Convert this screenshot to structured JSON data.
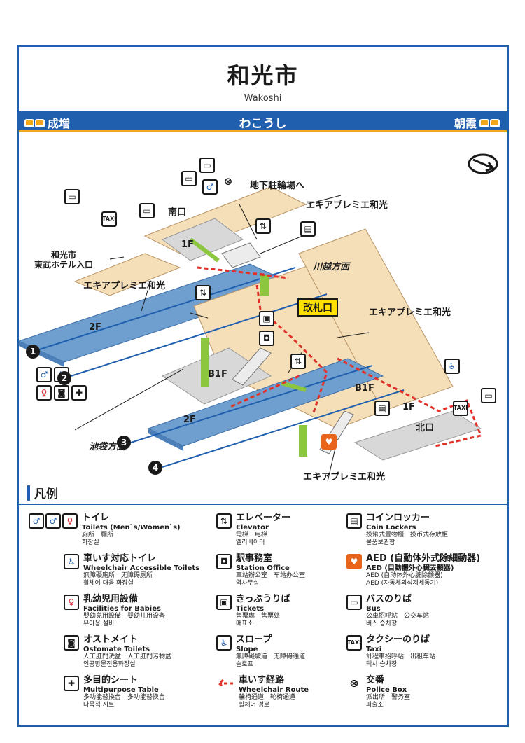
{
  "station": {
    "name_ja": "和光市",
    "name_en": "Wakoshi",
    "name_kana": "わこうし"
  },
  "line_bar": {
    "left_dest": "成増",
    "right_dest": "朝霞"
  },
  "map": {
    "labels": {
      "south_exit": "南口",
      "north_exit": "北口",
      "bike_parking": "地下駐輪場へ",
      "hotel": "和光市\n東武ホテル入口",
      "ekipre_1": "エキアプレミエ和光",
      "ekipre_2": "エキアプレミエ和光",
      "ekipre_3": "エキアプレミエ和光",
      "ekipre_4": "エキアプレミエ和光",
      "ticket_gate": "改札口",
      "kawagoe": "川越方面",
      "ikebukuro": "池袋方面",
      "floor_1f_south": "1F",
      "floor_2f_a": "2F",
      "floor_2f_b": "2F",
      "floor_b1f_a": "B1F",
      "floor_b1f_b": "B1F",
      "floor_1f_north": "1F"
    },
    "tracks": [
      "1",
      "2",
      "3",
      "4"
    ]
  },
  "legend": {
    "heading": "凡例",
    "items": [
      {
        "title": "トイレ",
        "en": "Toilets (Men`s/Women`s)",
        "sub1": "廁所　厕所",
        "sub2": "화장실"
      },
      {
        "title": "車いす対応トイレ",
        "en": "Wheelchair Accessible Toilets",
        "sub1": "無障礙廁所　无障碍厕所",
        "sub2": "휠체어 대응 화장실"
      },
      {
        "title": "乳幼児用設備",
        "en": "Facilities for Babies",
        "sub1": "嬰幼兒用設備　婴幼儿用设备",
        "sub2": "유아용 설비"
      },
      {
        "title": "オストメイト",
        "en": "Ostomate Toilets",
        "sub1": "人工肛門洗盆　人工肛門污物盆",
        "sub2": "인공항문전용화장실"
      },
      {
        "title": "多目的シート",
        "en": "Multipurpose Table",
        "sub1": "多功能替換台　多功能替换台",
        "sub2": "다목적 시트"
      },
      {
        "title": "エレベーター",
        "en": "Elevator",
        "sub1": "電梯　电梯",
        "sub2": "엘리베이터"
      },
      {
        "title": "駅事務室",
        "en": "Station Office",
        "sub1": "車站辦公室　车站办公室",
        "sub2": "역사무실"
      },
      {
        "title": "きっぷうりば",
        "en": "Tickets",
        "sub1": "售票處　售票处",
        "sub2": "매표소"
      },
      {
        "title": "スロープ",
        "en": "Slope",
        "sub1": "無障礙坡道　无障碍通道",
        "sub2": "슬로프"
      },
      {
        "title": "車いす経路",
        "en": "Wheelchair Route",
        "sub1": "輪椅通道　轮椅通道",
        "sub2": "휠체어 경로"
      },
      {
        "title": "コインロッカー",
        "en": "Coin Lockers",
        "sub1": "投幣式置物櫃　投币式存放柜",
        "sub2": "물품보관함"
      },
      {
        "title": "AED (自動体外式除細動器)",
        "en": "AED (自動體外心臟去顫器)",
        "sub1": "AED (自动体外心脏除颤器)",
        "sub2": "AED (자동체외식제세동기)"
      },
      {
        "title": "バスのりば",
        "en": "Bus",
        "sub1": "公車招呼站　公交车站",
        "sub2": "버스 승차장"
      },
      {
        "title": "タクシーのりば",
        "en": "Taxi",
        "sub1": "計程車招呼站　出租车站",
        "sub2": "택시 승차장"
      },
      {
        "title": "交番",
        "en": "Police Box",
        "sub1": "派出所　警务室",
        "sub2": "파출소"
      }
    ]
  },
  "colors": {
    "frame_blue": "#1f5fae",
    "accent_orange": "#f2a71b",
    "platform_blue": "#6f9fcf",
    "concourse_tan": "#f5dfb8",
    "gate_yellow": "#ffe000",
    "route_red": "#e0322a",
    "slope_green": "#8cc63f"
  }
}
